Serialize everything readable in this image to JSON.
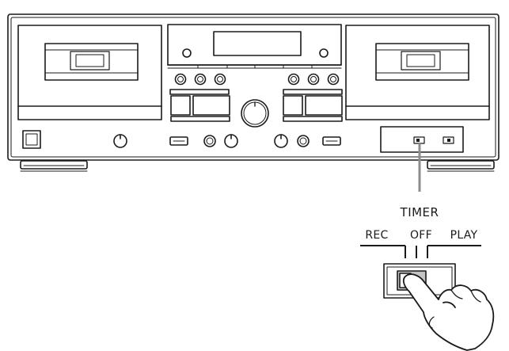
{
  "switch_panel": {
    "title": "TIMER",
    "positions": [
      "REC",
      "OFF",
      "PLAY"
    ]
  },
  "colors": {
    "line": "#1a1a1a",
    "panel_fill": "#ffffff",
    "window_fill": "#c4c4c4",
    "callout": "#8c8c8c"
  }
}
